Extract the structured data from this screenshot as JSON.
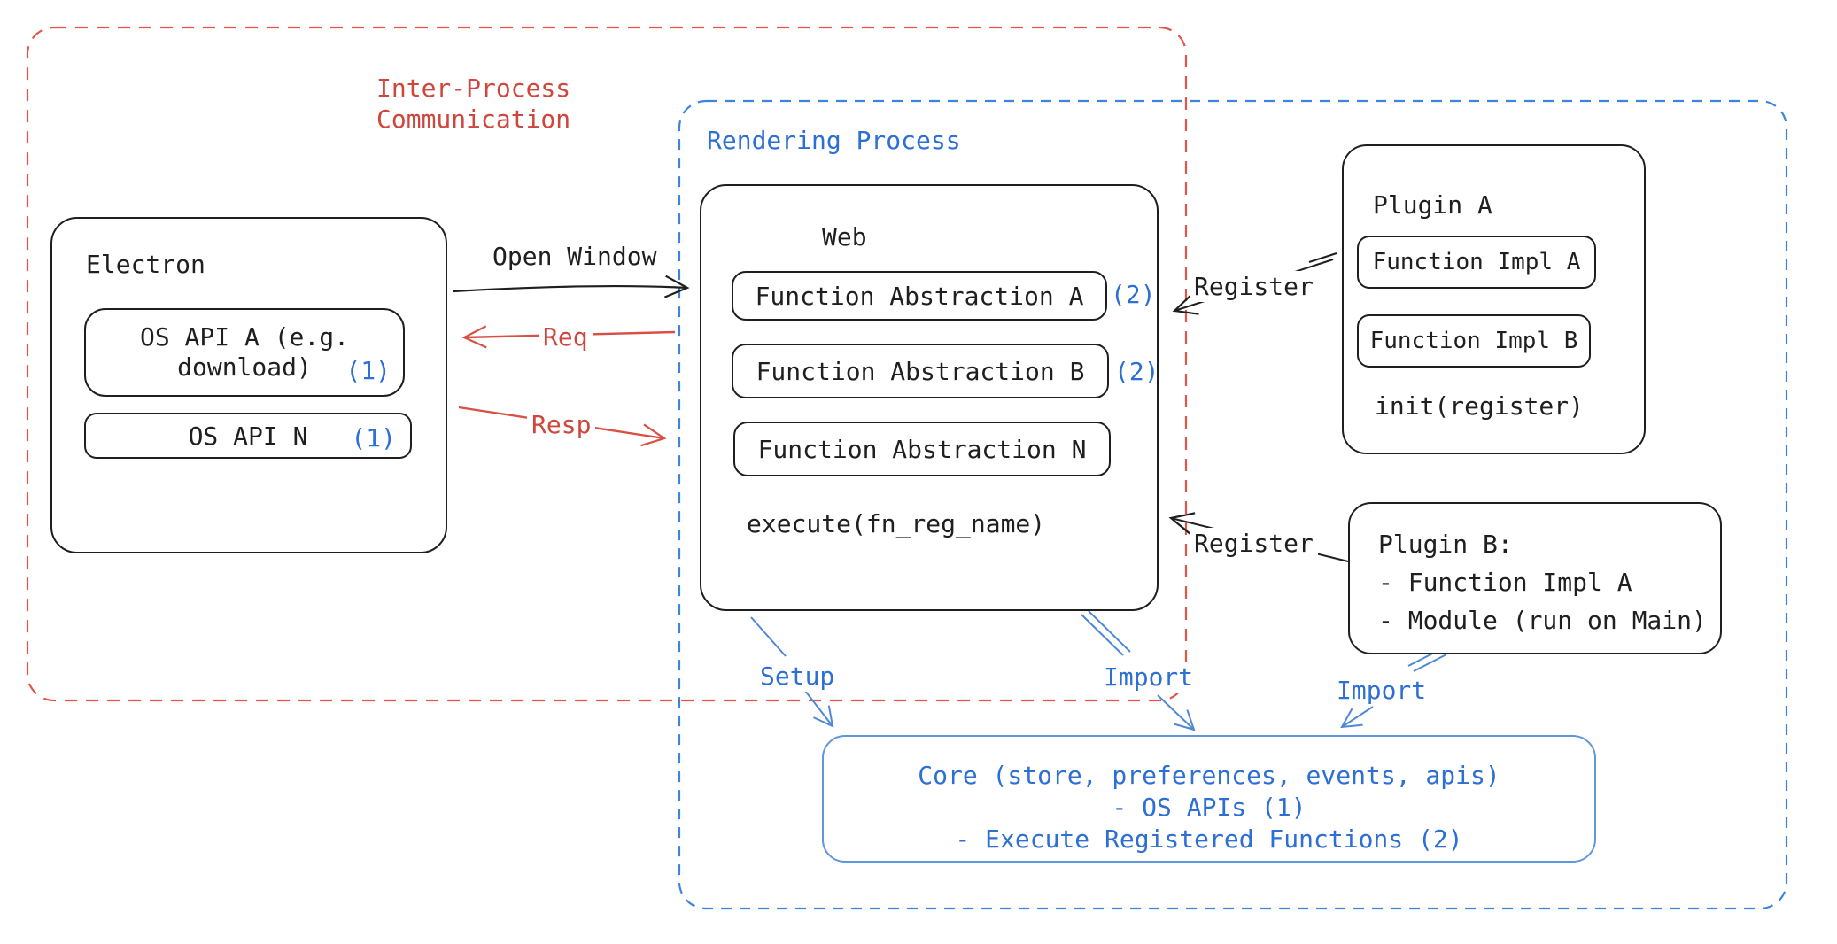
{
  "diagram": {
    "ipc": {
      "label": "Inter-Process\nCommunication"
    },
    "rendering_process": {
      "label": "Rendering Process"
    },
    "electron": {
      "title": "Electron",
      "os_api_a": {
        "line1": "OS API A (e.g.",
        "line2": "download)",
        "badge": "(1)"
      },
      "os_api_n": {
        "label": "OS API N",
        "badge": "(1)"
      }
    },
    "web": {
      "title": "Web",
      "fa_a": {
        "label": "Function Abstraction A",
        "badge": "(2)"
      },
      "fa_b": {
        "label": "Function Abstraction B",
        "badge": "(2)"
      },
      "fa_n": {
        "label": "Function Abstraction N"
      },
      "footer": "execute(fn_reg_name)"
    },
    "plugin_a": {
      "title": "Plugin A",
      "impl_a": "Function Impl A",
      "impl_b": "Function Impl B",
      "footer": "init(register)"
    },
    "plugin_b": {
      "title": "Plugin B:",
      "lines": [
        "- Function Impl A",
        "- Module (run on Main)"
      ]
    },
    "core": {
      "lines": [
        "Core (store, preferences, events, apis)",
        "- OS APIs (1)",
        "- Execute Registered Functions (2)"
      ]
    },
    "arrows": {
      "open_window": "Open Window",
      "req": "Req",
      "resp": "Resp",
      "register_a": "Register",
      "register_b": "Register",
      "setup": "Setup",
      "import_web": "Import",
      "import_plugin": "Import"
    },
    "colors": {
      "ink": "#1f1f1f",
      "red_text": "#cf463c",
      "red_dash": "#e25549",
      "blue_text": "#2d6fd4",
      "blue_dash": "#3d85dc",
      "blue_arrow": "#4f88d4",
      "core_border": "#6096de"
    }
  }
}
